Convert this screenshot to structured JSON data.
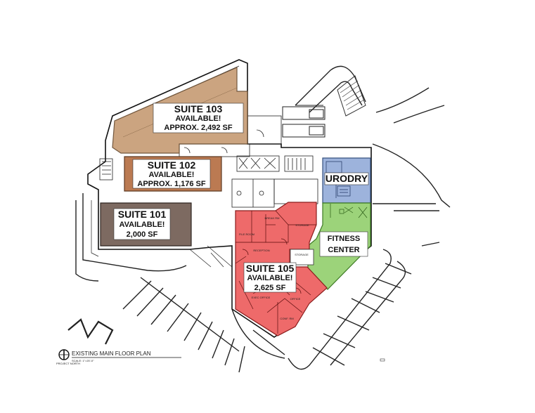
{
  "plan_title": "EXISTING MAIN FLOOR PLAN",
  "scale_note": "SCALE: 1\"=20'-0\"",
  "north_note": "PROJECT NORTH",
  "colors": {
    "suite_103": "#c9a07a",
    "suite_102": "#bb7a52",
    "suite_101": "#7d6a61",
    "urodry": "#9db3dc",
    "fitness": "#9cd37a",
    "suite_105": "#ee6a6a"
  },
  "suites": {
    "s103": {
      "name": "SUITE 103",
      "status": "AVAILABLE!",
      "area": "APPROX. 2,492 SF"
    },
    "s102": {
      "name": "SUITE 102",
      "status": "AVAILABLE!",
      "area": "APPROX. 1,176 SF"
    },
    "s101": {
      "name": "SUITE 101",
      "status": "AVAILABLE!",
      "area": "2,000 SF"
    },
    "s105": {
      "name": "SUITE 105",
      "status": "AVAILABLE!",
      "area": "2,625 SF"
    }
  },
  "tenants": {
    "urodry": "URODRY",
    "fitness_line1": "FITNESS",
    "fitness_line2": "CENTER"
  },
  "room_labels": {
    "storage": "STORAGE",
    "storage2": "STORAGE",
    "reception": "RECEPTION",
    "file_room": "FILE ROOM",
    "office": "OFFICE",
    "break": "BREAK RM",
    "exec_office": "EXEC OFFICE",
    "conf": "CONF. RM"
  }
}
